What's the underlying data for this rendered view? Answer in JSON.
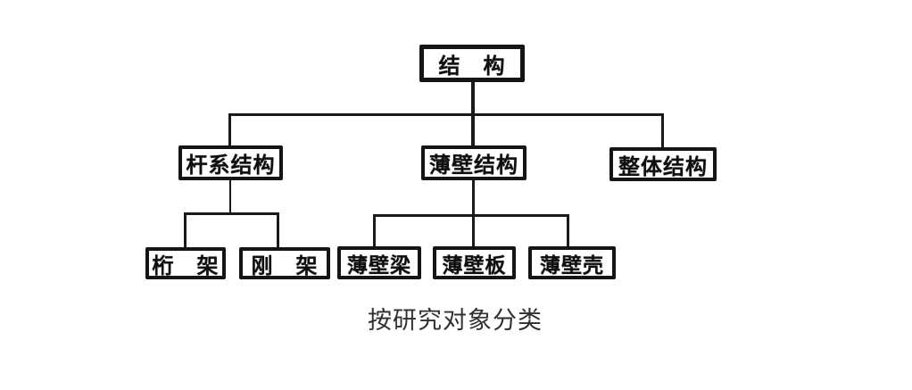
{
  "diagram": {
    "root": {
      "label": "结　构"
    },
    "branches": [
      {
        "label": "杆系结构",
        "children": [
          "桁　架",
          "刚　架"
        ]
      },
      {
        "label": "薄壁结构",
        "children": [
          "薄壁梁",
          "薄壁板",
          "薄壁壳"
        ]
      },
      {
        "label": "整体结构",
        "children": []
      }
    ],
    "caption": "按研究对象分类",
    "colors": {
      "ink": "#1a1a1a",
      "box_border": "#151515",
      "background": "#ffffff",
      "caption_text": "#2f2f2f"
    }
  }
}
